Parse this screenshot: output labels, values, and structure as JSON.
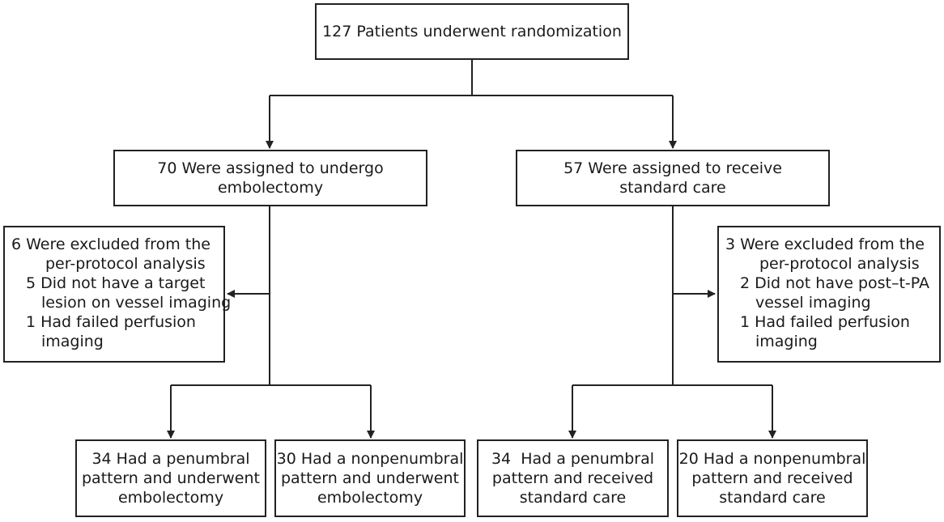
{
  "boxes": {
    "randomized": {
      "lines": [
        "127 Patients underwent randomization"
      ]
    },
    "embolectomy_assigned": {
      "lines": [
        "70 Were assigned to undergo",
        "embolectomy"
      ]
    },
    "standard_assigned": {
      "lines": [
        "57 Were assigned to receive",
        "standard care"
      ]
    },
    "excluded_embolectomy": {
      "header": [
        "6 Were excluded from the",
        "per-protocol analysis"
      ],
      "items": [
        [
          "5 Did not have a target",
          "lesion on vessel imaging"
        ],
        [
          "1 Had failed perfusion",
          "imaging"
        ]
      ]
    },
    "excluded_standard": {
      "header": [
        "3 Were excluded from the",
        "per-protocol analysis"
      ],
      "items": [
        [
          "2 Did not have post–t-PA",
          "vessel imaging"
        ],
        [
          "1 Had failed perfusion",
          "imaging"
        ]
      ]
    },
    "emb_penumbral": {
      "lines": [
        "34 Had a penumbral",
        "pattern and underwent",
        "embolectomy"
      ]
    },
    "emb_nonpenumbral": {
      "lines": [
        "30 Had a nonpenumbral",
        "pattern and underwent",
        "embolectomy"
      ]
    },
    "std_penumbral": {
      "lines": [
        "34  Had a penumbral",
        "pattern and received",
        "standard care"
      ]
    },
    "std_nonpenumbral": {
      "lines": [
        "20 Had a nonpenumbral",
        "pattern and received",
        "standard care"
      ]
    }
  },
  "colors": {
    "line": "#222222",
    "text": "#1a1a1a",
    "background": "#ffffff"
  }
}
